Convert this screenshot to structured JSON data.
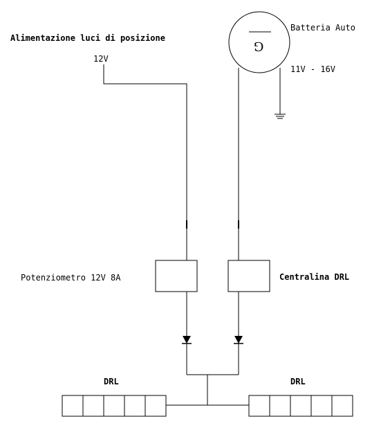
{
  "labels": {
    "supply_title": "Alimentazione luci di posizione",
    "supply_voltage": "12V",
    "battery_name": "Batteria Auto",
    "battery_voltage": "11V - 16V",
    "generator_symbol": "G",
    "potentiometer": "Potenziometro 12V 8A",
    "controller": "Centralina DRL",
    "drl_left": "DRL",
    "drl_right": "DRL"
  },
  "drl_segments_per_bar": 5,
  "colors": {
    "line": "#000000",
    "background": "#ffffff"
  }
}
